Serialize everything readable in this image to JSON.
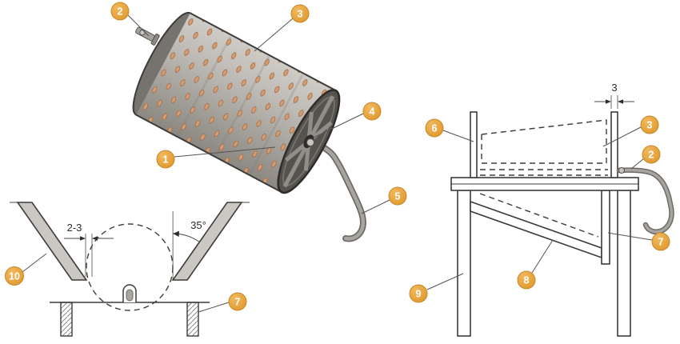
{
  "diagram": {
    "callouts": {
      "n1": "1",
      "n2": "2",
      "n3": "3",
      "n4": "4",
      "n5": "5",
      "n6": "6",
      "n7": "7",
      "n8": "8",
      "n9": "9",
      "n10": "10"
    },
    "dimensions": {
      "gap": "2-3",
      "angle": "35°",
      "wall": "3"
    },
    "colors": {
      "callout_accent": "#e2a13b",
      "line": "#3e3c3a",
      "drum_body": "#b0ada8",
      "spike": "#d79d72"
    }
  }
}
